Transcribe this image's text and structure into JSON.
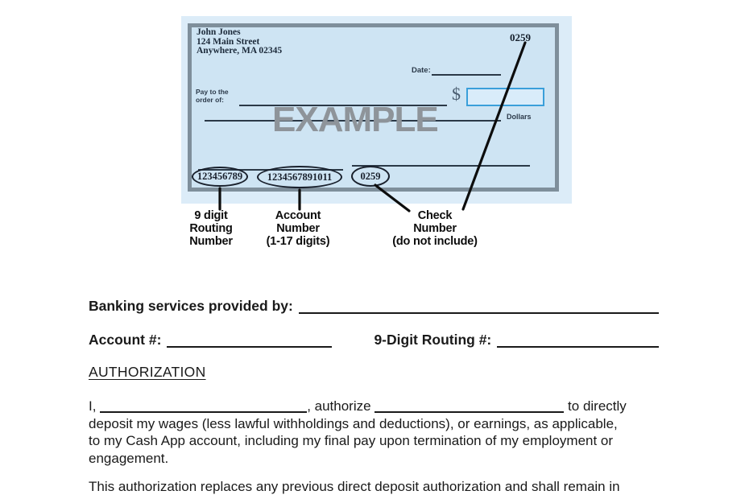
{
  "check_figure": {
    "payer_name": "John Jones",
    "payer_address_line1": "124 Main Street",
    "payer_address_line2": "Anywhere, MA 02345",
    "check_number_top": "0259",
    "date_label": "Date:",
    "pay_to_label": "Pay to the\norder of:",
    "dollar_sign": "$",
    "dollars_label": "Dollars",
    "watermark": "EXAMPLE",
    "routing_number": "123456789",
    "account_number": "1234567891011",
    "check_number_bottom": "0259",
    "callouts": {
      "routing": "9 digit\nRouting\nNumber",
      "account": "Account\nNumber\n(1-17 digits)",
      "check": "Check\nNumber\n(do not include)"
    },
    "colors": {
      "check_outer_bg": "#dcecf8",
      "check_inner_bg": "#cee4f3",
      "check_border": "#7f8f9b",
      "amount_box_border": "#3a9fda",
      "watermark_gray": "#8e949a",
      "ink_navy": "#1c2a3a",
      "callout_black": "#0d0d0d"
    }
  },
  "form": {
    "banking_label": "Banking services provided by:",
    "account_label": "Account #:",
    "routing_label": "9-Digit Routing #:",
    "authorization_heading": "AUTHORIZATION",
    "paragraph1": {
      "prefix": "I,",
      "mid": ", authorize",
      "suffix": "to directly",
      "line2": "deposit my wages (less lawful withholdings and deductions), or earnings, as applicable,",
      "line3": "to my Cash App account, including my final pay upon termination of my employment or",
      "line4": "engagement."
    },
    "paragraph2": "This authorization replaces any previous direct deposit authorization and shall remain in"
  }
}
